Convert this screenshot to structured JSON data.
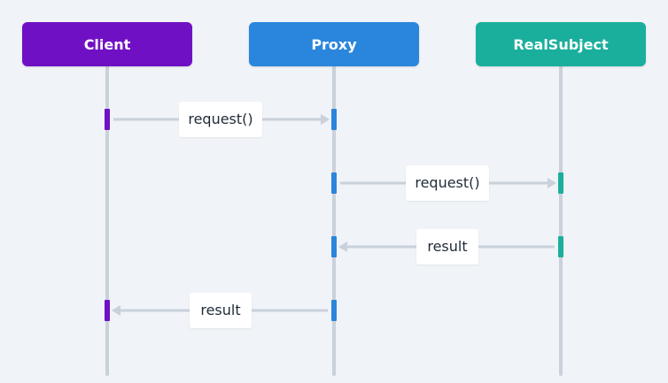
{
  "participants": [
    {
      "name": "Client",
      "color": "#7010c4"
    },
    {
      "name": "Proxy",
      "color": "#2a86dc"
    },
    {
      "name": "RealSubject",
      "color": "#1aaf9c"
    }
  ],
  "messages": [
    {
      "label": "request()",
      "from": "Client",
      "to": "Proxy"
    },
    {
      "label": "request()",
      "from": "Proxy",
      "to": "RealSubject"
    },
    {
      "label": "result",
      "from": "RealSubject",
      "to": "Proxy"
    },
    {
      "label": "result",
      "from": "Proxy",
      "to": "Client"
    }
  ],
  "colors": {
    "lifeline": "#c9d1db",
    "arrow": "#c9d1db",
    "background": "#f0f3f7"
  }
}
